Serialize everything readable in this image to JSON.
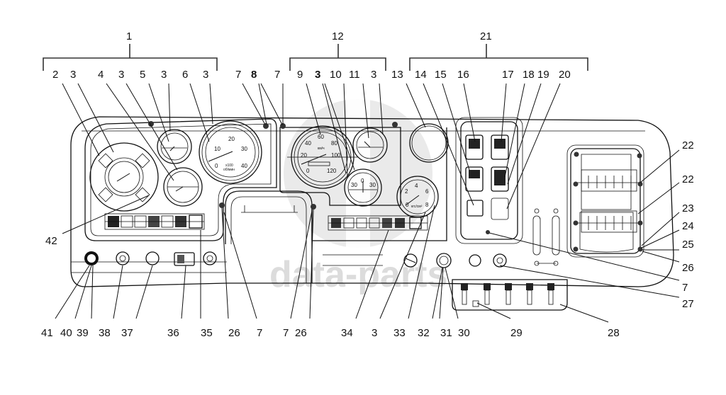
{
  "figure": {
    "type": "dashboard-parts-diagram",
    "watermark": "data-parts"
  },
  "groups": [
    {
      "label": "1",
      "bold": false
    },
    {
      "label": "12",
      "bold": false
    },
    {
      "label": "21",
      "bold": false
    }
  ],
  "callouts_top": [
    {
      "label": "2"
    },
    {
      "label": "3"
    },
    {
      "label": "4"
    },
    {
      "label": "3"
    },
    {
      "label": "5"
    },
    {
      "label": "3"
    },
    {
      "label": "6"
    },
    {
      "label": "3"
    },
    {
      "label": "7"
    },
    {
      "label": "8",
      "bold": true
    },
    {
      "label": "7"
    },
    {
      "label": "9"
    },
    {
      "label": "3",
      "bold": true
    },
    {
      "label": "10"
    },
    {
      "label": "11"
    },
    {
      "label": "3"
    },
    {
      "label": "13"
    },
    {
      "label": "14"
    },
    {
      "label": "15"
    },
    {
      "label": "16"
    },
    {
      "label": "17"
    },
    {
      "label": "18"
    },
    {
      "label": "19"
    },
    {
      "label": "20"
    }
  ],
  "callouts_right": [
    {
      "label": "22"
    },
    {
      "label": "22"
    },
    {
      "label": "23"
    },
    {
      "label": "24"
    },
    {
      "label": "25"
    },
    {
      "label": "26"
    },
    {
      "label": "7"
    },
    {
      "label": "27"
    }
  ],
  "callouts_bottom": [
    {
      "label": "41"
    },
    {
      "label": "40"
    },
    {
      "label": "39"
    },
    {
      "label": "38"
    },
    {
      "label": "37"
    },
    {
      "label": "36"
    },
    {
      "label": "35"
    },
    {
      "label": "26"
    },
    {
      "label": "7"
    },
    {
      "label": "7"
    },
    {
      "label": "26"
    },
    {
      "label": "34"
    },
    {
      "label": "3"
    },
    {
      "label": "33"
    },
    {
      "label": "32"
    },
    {
      "label": "31"
    },
    {
      "label": "30"
    },
    {
      "label": "29"
    },
    {
      "label": "28"
    }
  ],
  "callouts_left": [
    {
      "label": "42"
    }
  ],
  "gauges": {
    "tachometer": {
      "ticks": [
        "0",
        "10",
        "20",
        "30",
        "40"
      ],
      "unit_line1": "x100",
      "unit_line2": "об/мин"
    },
    "speedometer": {
      "ticks": [
        "0",
        "20",
        "40",
        "60",
        "80",
        "100",
        "120"
      ],
      "unit": "км/ч"
    },
    "ammeter": {
      "ticks": [
        "30",
        "0",
        "30"
      ]
    },
    "pressure": {
      "ticks": [
        "0",
        "2",
        "4",
        "6",
        "8"
      ],
      "unit": "кгс/см²"
    }
  }
}
